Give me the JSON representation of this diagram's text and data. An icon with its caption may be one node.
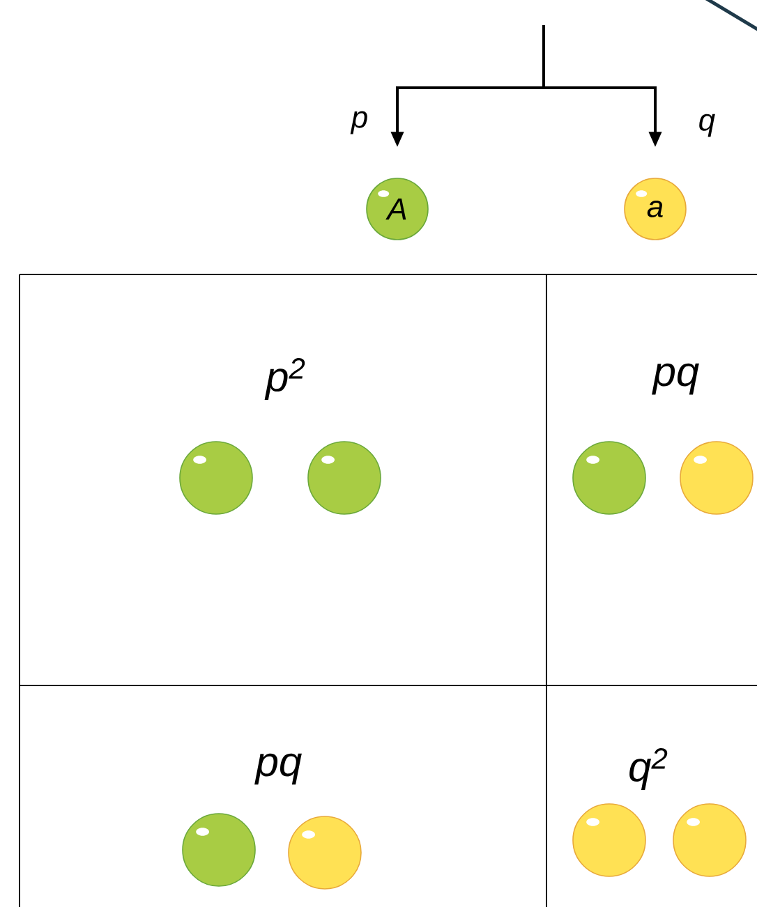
{
  "diagram": {
    "nodes": [
      {
        "text": [
          "A"
        ]
      },
      {
        "text": [
          "a"
        ]
      },
      {
        "text": [
          "p$^{2}$"
        ]
      },
      {
        "text": [
          "pq"
        ]
      },
      {
        "text": [
          "pq"
        ]
      },
      {
        "text": [
          "q$^{2}$"
        ]
      },
      {
        "text": [],
        "shape": "circle",
        "in": 2
      },
      {
        "text": [],
        "shape": "circle",
        "in": 2
      },
      {
        "text": [],
        "shape": "circle",
        "in": 3
      },
      {
        "text": [],
        "shape": "circle",
        "in": 3
      },
      {
        "text": [],
        "shape": "circle",
        "in": 4
      },
      {
        "text": [],
        "shape": "circle",
        "in": 4
      },
      {
        "text": [],
        "shape": "circle",
        "in": 5
      },
      {
        "text": [],
        "shape": "circle",
        "in": 5
      }
    ],
    "edges": [
      {
        "from": null,
        "to": 0,
        "arrow": "to",
        "label": "p"
      },
      {
        "from": null,
        "to": 1,
        "arrow": "to",
        "label": "q"
      }
    ]
  }
}
